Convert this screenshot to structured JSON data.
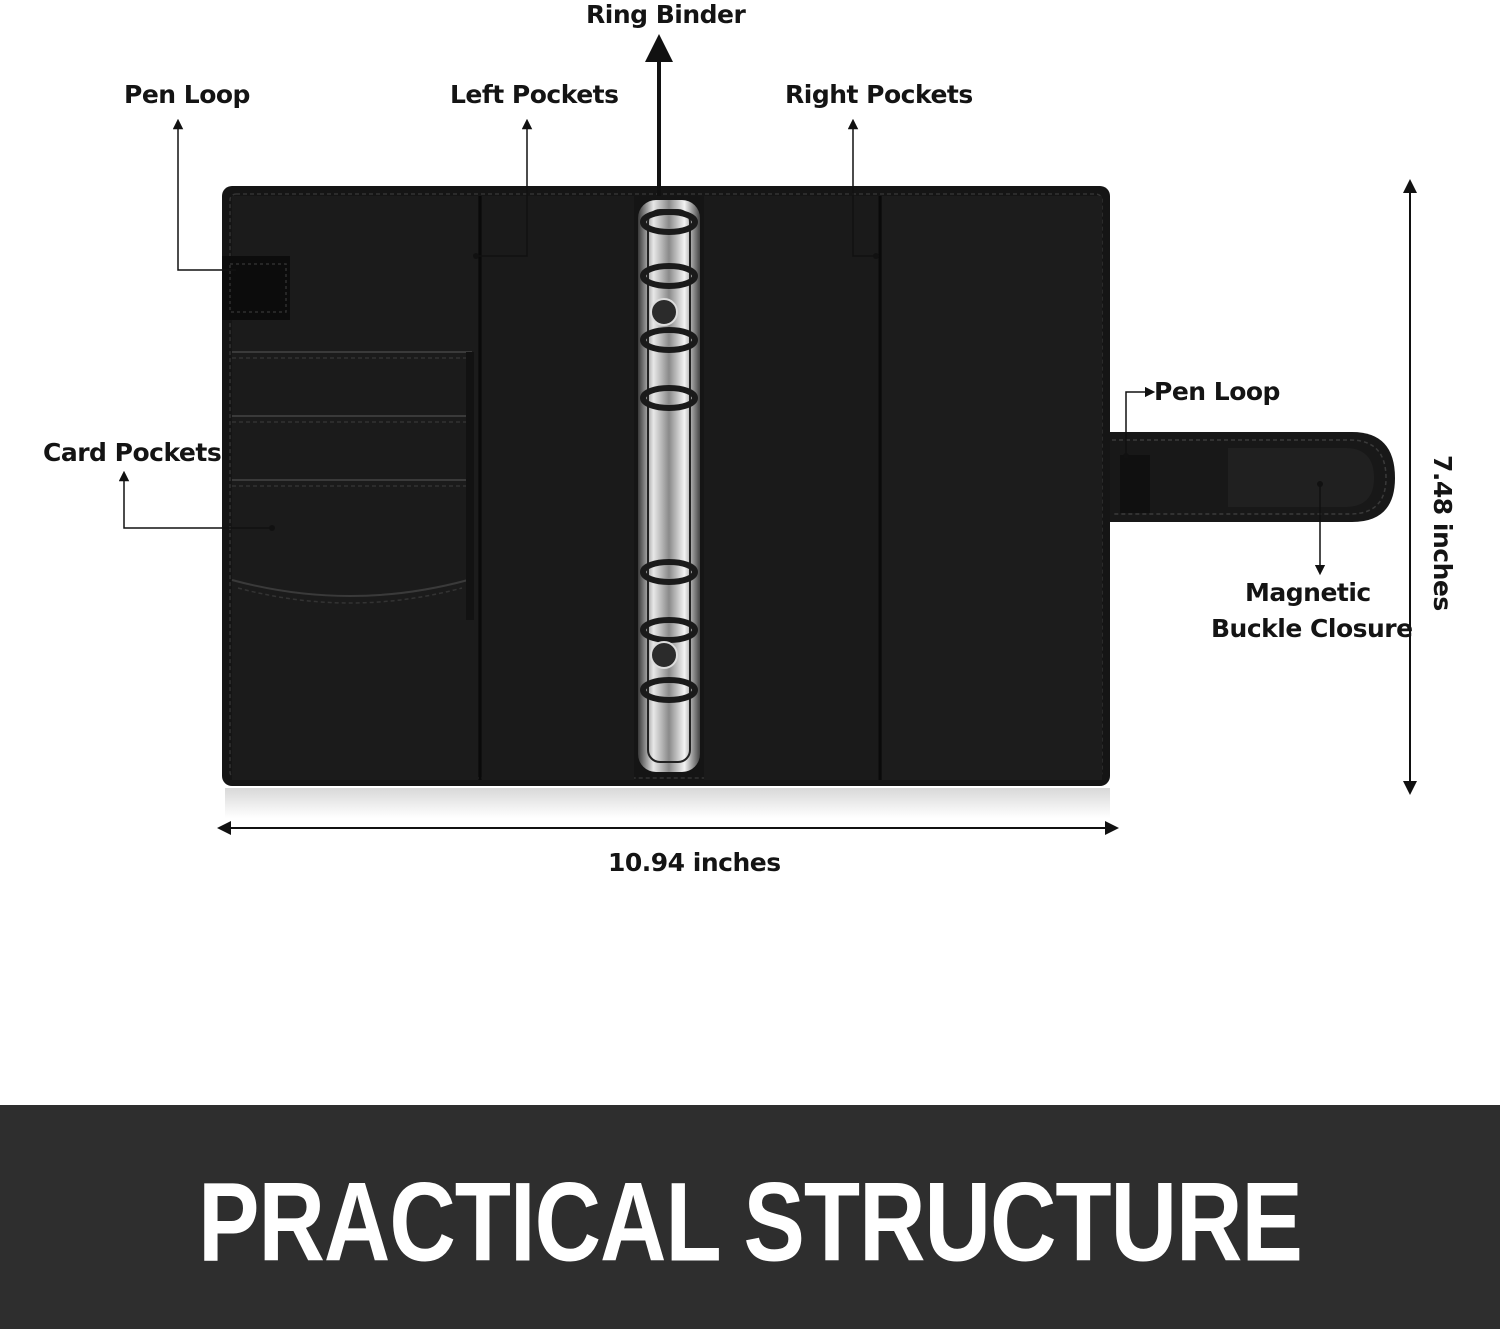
{
  "labels": {
    "ring_binder": "Ring Binder",
    "pen_loop_left": "Pen Loop",
    "left_pockets": "Left Pockets",
    "right_pockets": "Right Pockets",
    "card_pockets": "Card Pockets",
    "pen_loop_right": "Pen Loop",
    "magnetic_line1": "Magnetic",
    "magnetic_line2": "Buckle Closure",
    "height_dim": "7.48 inches",
    "width_dim": "10.94 inches"
  },
  "banner": {
    "title": "PRACTICAL STRUCTURE"
  },
  "colors": {
    "leather": "#161616",
    "banner": "#2e2e2e",
    "text": "#141414"
  }
}
